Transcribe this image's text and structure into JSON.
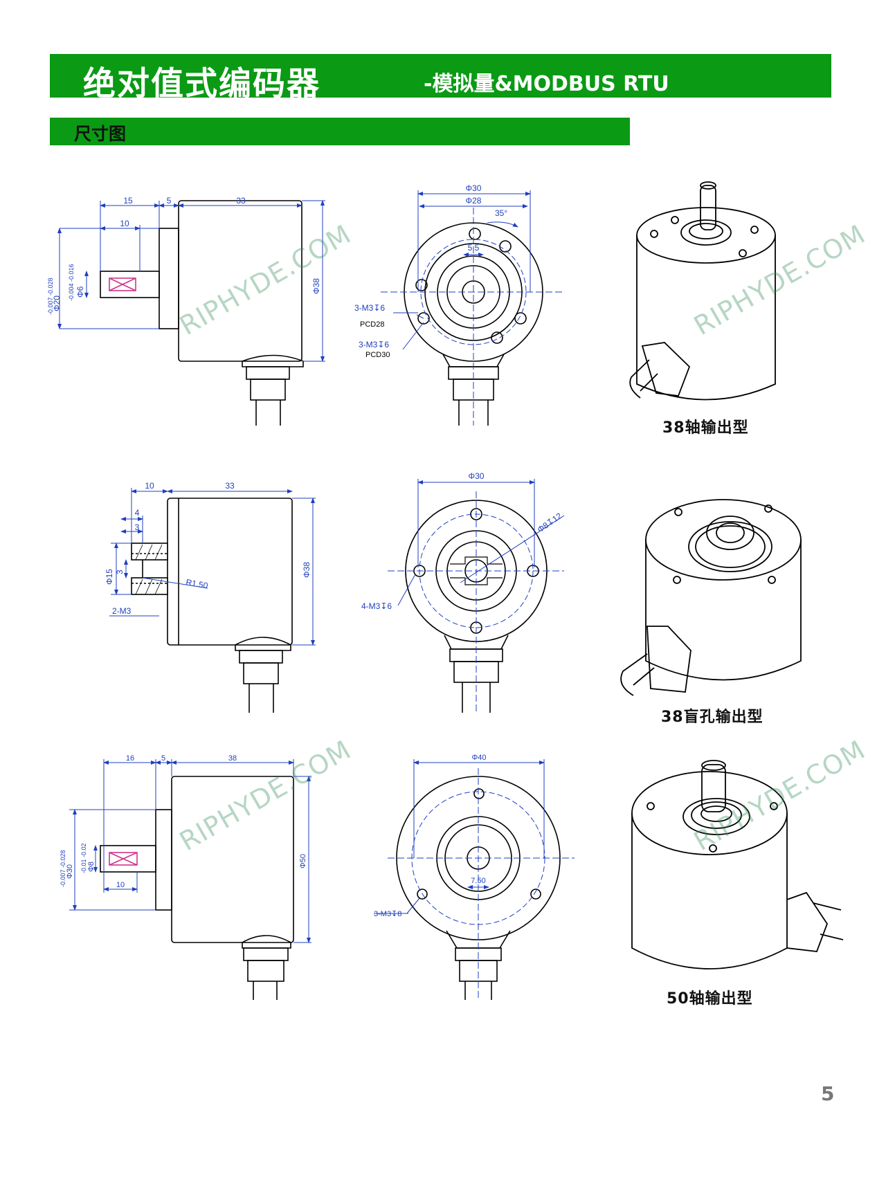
{
  "header": {
    "title": "绝对值式编码器",
    "subtitle": "-模拟量&MODBUS RTU"
  },
  "section": {
    "title": "尺寸图"
  },
  "watermark": "RIPHYDE.COM",
  "colors": {
    "banner": "#0a9a14",
    "dimension": "#1f3fbf",
    "outline": "#000000"
  },
  "row1": {
    "caption": "38轴输出型",
    "side": {
      "d15": "15",
      "d5": "5",
      "d33": "33",
      "d10": "10",
      "tol20": "-0.007 -0.028",
      "phi20": "Φ20",
      "tol6": "-0.004 -0.016",
      "phi6": "Φ6",
      "phi38": "Φ38"
    },
    "front": {
      "phi30": "Φ30",
      "phi28": "Φ28",
      "angle": "35°",
      "w55": "5.5",
      "hole1": "3-M3↧6",
      "pcd1": "PCD28",
      "hole2": "3-M3↧6",
      "pcd2": "PCD30"
    }
  },
  "row2": {
    "caption": "38盲孔输出型",
    "side": {
      "d10": "10",
      "d33": "33",
      "d4": "4",
      "d3a": "3",
      "phi15": "Φ15",
      "d3b": "3",
      "r150": "R1.50",
      "m3": "2-M3",
      "phi38": "Φ38"
    },
    "front": {
      "phi30": "Φ30",
      "hole": "Φ8↧12",
      "m3": "4-M3↧6"
    }
  },
  "row3": {
    "caption": "50轴输出型",
    "side": {
      "d16": "16",
      "d5": "5",
      "d38": "38",
      "tol30": "-0.007 -0.028",
      "phi30": "Φ30",
      "tol8": "-0.01 -0.02",
      "phi8": "Φ8",
      "d10": "10",
      "phi50": "Φ50"
    },
    "front": {
      "phi40": "Φ40",
      "w750": "7.50",
      "m3": "3-M3↧8"
    }
  },
  "page": {
    "number": "5"
  }
}
